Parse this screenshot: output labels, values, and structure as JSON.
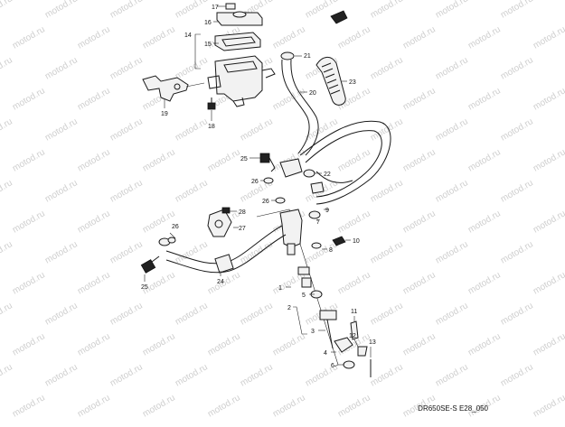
{
  "diagram": {
    "code": "DR650SE-S E28_050",
    "watermark": "motod.ru",
    "callouts": [
      {
        "id": "c17",
        "label": "17"
      },
      {
        "id": "c16",
        "label": "16"
      },
      {
        "id": "c14",
        "label": "14"
      },
      {
        "id": "c15",
        "label": "15"
      },
      {
        "id": "c19",
        "label": "19"
      },
      {
        "id": "c18",
        "label": "18"
      },
      {
        "id": "c21",
        "label": "21"
      },
      {
        "id": "c20",
        "label": "20"
      },
      {
        "id": "c23",
        "label": "23"
      },
      {
        "id": "c25a",
        "label": "25"
      },
      {
        "id": "c22",
        "label": "22"
      },
      {
        "id": "c26a",
        "label": "26"
      },
      {
        "id": "c26b",
        "label": "26"
      },
      {
        "id": "c28",
        "label": "28"
      },
      {
        "id": "c9",
        "label": "9"
      },
      {
        "id": "c7",
        "label": "7"
      },
      {
        "id": "c27",
        "label": "27"
      },
      {
        "id": "c26c",
        "label": "26"
      },
      {
        "id": "c10",
        "label": "10"
      },
      {
        "id": "c8",
        "label": "8"
      },
      {
        "id": "c25b",
        "label": "25"
      },
      {
        "id": "c24",
        "label": "24"
      },
      {
        "id": "c1",
        "label": "1"
      },
      {
        "id": "c2",
        "label": "2"
      },
      {
        "id": "c5",
        "label": "5"
      },
      {
        "id": "c3",
        "label": "3"
      },
      {
        "id": "c11",
        "label": "11"
      },
      {
        "id": "c12",
        "label": "12"
      },
      {
        "id": "c4",
        "label": "4"
      },
      {
        "id": "c13",
        "label": "13"
      },
      {
        "id": "c6",
        "label": "6"
      }
    ]
  }
}
